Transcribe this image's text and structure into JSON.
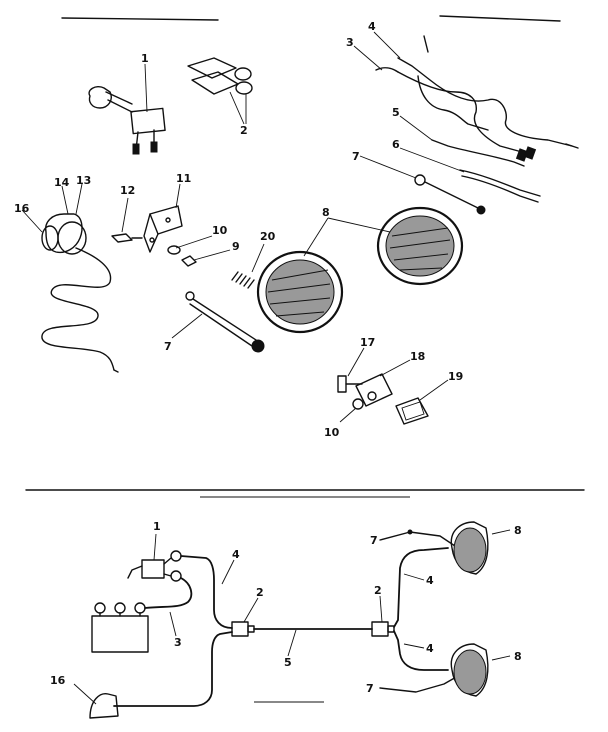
{
  "labels": {
    "top": {
      "p1": "1",
      "p2": "2",
      "p3": "3",
      "p4": "4",
      "p5": "5",
      "p6": "6",
      "p7a": "7",
      "p7b": "7",
      "p8": "8",
      "p9": "9",
      "p10a": "10",
      "p10b": "10",
      "p11": "11",
      "p12": "12",
      "p13": "13",
      "p14": "14",
      "p16": "16",
      "p17": "17",
      "p18": "18",
      "p19": "19",
      "p20": "20"
    },
    "bottom": {
      "p1": "1",
      "p2a": "2",
      "p2b": "2",
      "p3": "3",
      "p4a": "4",
      "p4b": "4",
      "p4c": "4",
      "p5": "5",
      "p7a": "7",
      "p7b": "7",
      "p8a": "8",
      "p8b": "8",
      "p16": "16"
    }
  }
}
